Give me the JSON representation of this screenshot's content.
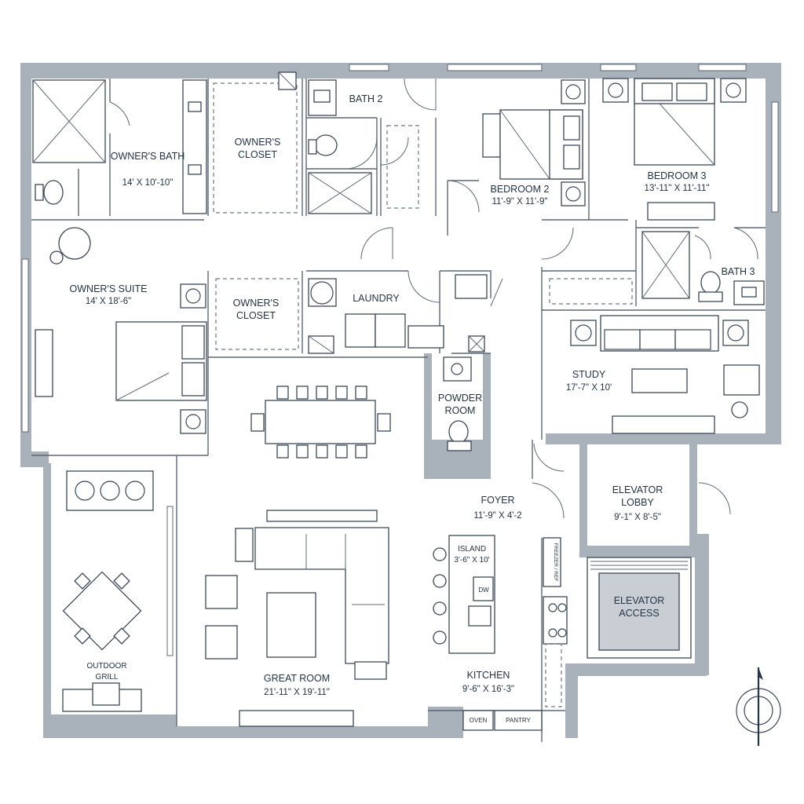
{
  "rooms": {
    "owners_bath": {
      "name": "OWNER'S BATH",
      "size": "14' X 10'-10\""
    },
    "owners_closet_1": {
      "name_line1": "OWNER'S",
      "name_line2": "CLOSET"
    },
    "bath_2": {
      "name": "BATH 2"
    },
    "bedroom_2": {
      "name": "BEDROOM 2",
      "size": "11'-9\" X 11'-9\""
    },
    "bedroom_3": {
      "name": "BEDROOM 3",
      "size": "13'-11\" X 11'-11\""
    },
    "owners_suite": {
      "name": "OWNER'S SUITE",
      "size": "14' X 18'-6\""
    },
    "owners_closet_2": {
      "name_line1": "OWNER'S",
      "name_line2": "CLOSET"
    },
    "laundry": {
      "name": "LAUNDRY"
    },
    "bath_3": {
      "name": "BATH 3"
    },
    "study": {
      "name": "STUDY",
      "size": "17'-7\" X 10'"
    },
    "powder_room": {
      "name_line1": "POWDER",
      "name_line2": "ROOM"
    },
    "foyer": {
      "name": "FOYER",
      "size": "11'-9\" X 4'-2"
    },
    "elevator_lobby": {
      "name_line1": "ELEVATOR",
      "name_line2": "LOBBY",
      "size": "9'-1\" X 8'-5\""
    },
    "elevator_access": {
      "name_line1": "ELEVATOR",
      "name_line2": "ACCESS"
    },
    "island": {
      "name": "ISLAND",
      "size": "3'-6\" X 10'"
    },
    "kitchen": {
      "name": "KITCHEN",
      "size": "9'-6\" X 16'-3\""
    },
    "great_room": {
      "name": "GREAT ROOM",
      "size": "21'-11\" X 19'-11\""
    },
    "outdoor_grill": {
      "name_line1": "OUTDOOR",
      "name_line2": "GRILL"
    }
  },
  "appliances": {
    "dishwasher": "DW",
    "freezer_ref": "FREEZER / REF",
    "oven": "OVEN",
    "pantry": "PANTRY"
  },
  "colors": {
    "wall": "#a9b1bb",
    "ink": "#253447",
    "elevator": "#c9ced5"
  }
}
